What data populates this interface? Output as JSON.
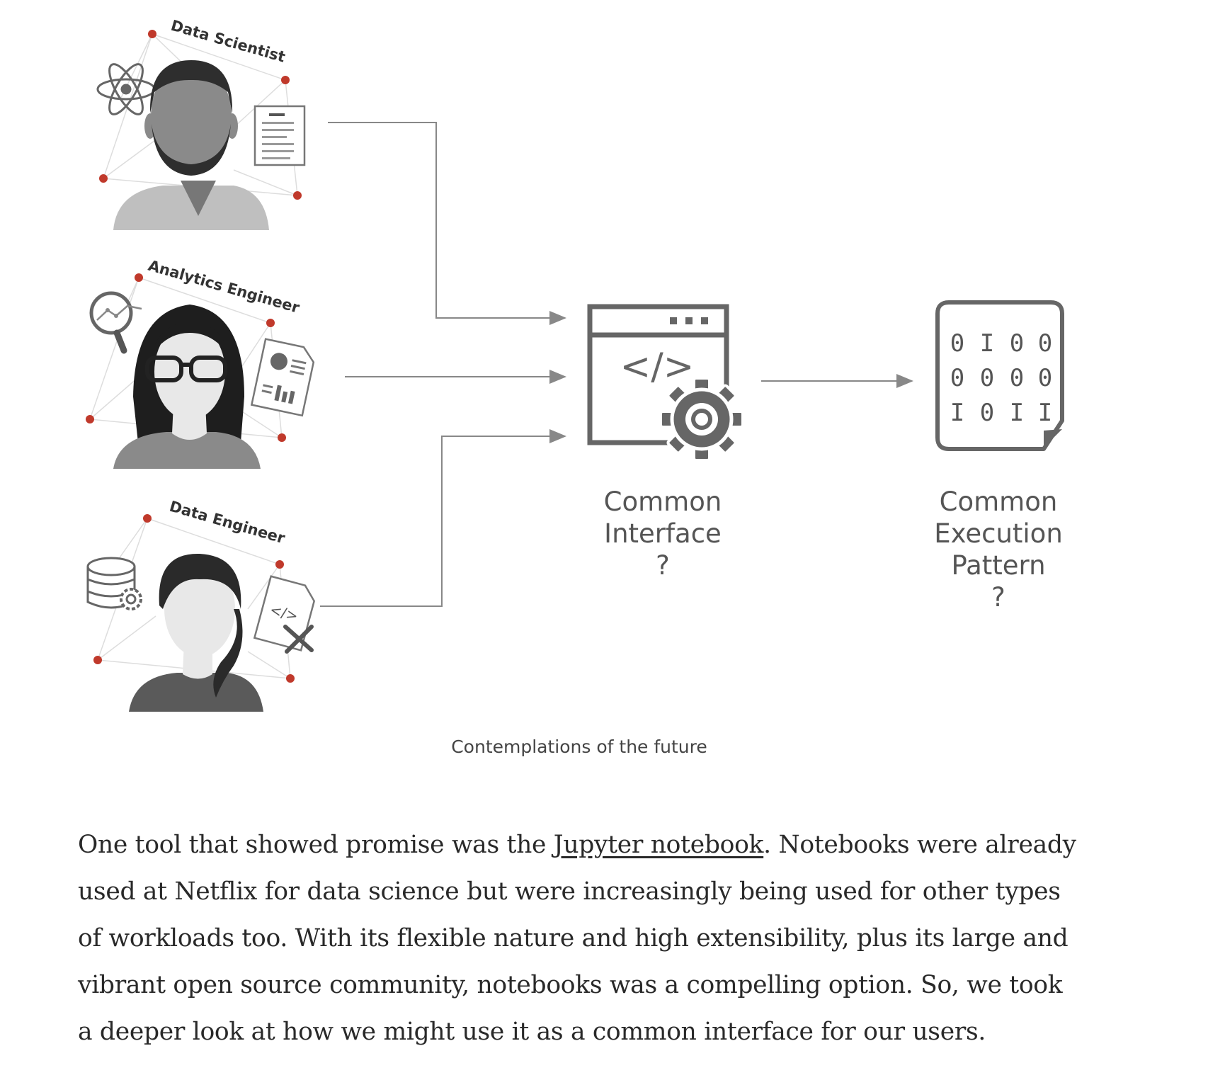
{
  "figure": {
    "roles": [
      {
        "label": "Data Scientist"
      },
      {
        "label": "Analytics Engineer"
      },
      {
        "label": "Data Engineer"
      }
    ],
    "interface": {
      "line1": "Common",
      "line2": "Interface",
      "line3": "?"
    },
    "execution": {
      "line1": "Common",
      "line2": "Execution",
      "line3": "Pattern",
      "line4": "?"
    },
    "code_glyph": "</>",
    "binary_rows": [
      [
        "0",
        "I",
        "0",
        "0"
      ],
      [
        "0",
        "0",
        "0",
        "0"
      ],
      [
        "I",
        "0",
        "I",
        "I"
      ]
    ],
    "caption": "Contemplations of the future"
  },
  "article": {
    "text_before_link": "One tool that showed promise was the ",
    "link_text": "Jupyter notebook",
    "text_after_link": ". Notebooks were already used at Netflix for data science but were increasingly being used for other types of workloads too. With its flexible nature and high extensibility, plus its large and vibrant open source community, notebooks was a compelling option. So, we took a deeper look at how we might use it as a common interface for our users."
  },
  "colors": {
    "accent_dot": "#c0392b",
    "icon_gray": "#666666",
    "line_gray": "#888888"
  }
}
